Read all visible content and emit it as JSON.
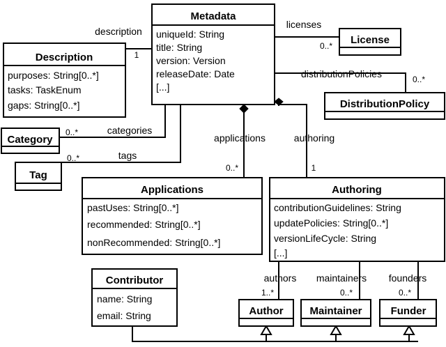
{
  "diagram": {
    "kind": "uml-class-diagram",
    "colors": {
      "stroke": "#000000",
      "fill": "#ffffff",
      "background": "#ffffff"
    }
  },
  "classes": [
    {
      "id": "metadata",
      "name": "Metadata",
      "attributes": [
        "uniqueId: String",
        "title: String",
        "version: Version",
        "releaseDate: Date",
        "[...]"
      ]
    },
    {
      "id": "description",
      "name": "Description",
      "attributes": [
        "purposes: String[0..*]",
        "tasks: TaskEnum",
        "gaps: String[0..*]"
      ]
    },
    {
      "id": "license",
      "name": "License",
      "attributes": []
    },
    {
      "id": "distributionpolicy",
      "name": "DistributionPolicy",
      "attributes": []
    },
    {
      "id": "category",
      "name": "Category",
      "attributes": []
    },
    {
      "id": "tag",
      "name": "Tag",
      "attributes": []
    },
    {
      "id": "applications",
      "name": "Applications",
      "attributes": [
        "pastUses: String[0..*]",
        "recommended: String[0..*]",
        "nonRecommended: String[0..*]"
      ]
    },
    {
      "id": "authoring",
      "name": "Authoring",
      "attributes": [
        "contributionGuidelines: String",
        "updatePolicies: String[0..*]",
        "versionLifeCycle: String",
        "[...]"
      ]
    },
    {
      "id": "contributor",
      "name": "Contributor",
      "attributes": [
        "name: String",
        "email: String"
      ]
    },
    {
      "id": "author",
      "name": "Author",
      "attributes": []
    },
    {
      "id": "maintainer",
      "name": "Maintainer",
      "attributes": []
    },
    {
      "id": "funder",
      "name": "Funder",
      "attributes": []
    }
  ],
  "associations": [
    {
      "id": "a-description",
      "from": "metadata",
      "to": "description",
      "role": "description",
      "multiplicity": "1",
      "aggregation": "composite"
    },
    {
      "id": "a-licenses",
      "from": "metadata",
      "to": "license",
      "role": "licenses",
      "multiplicity": "0..*",
      "aggregation": "none"
    },
    {
      "id": "a-distributionpolicies",
      "from": "metadata",
      "to": "distributionpolicy",
      "role": "distributionPolicies",
      "multiplicity": "0..*",
      "aggregation": "none"
    },
    {
      "id": "a-categories",
      "from": "metadata",
      "to": "category",
      "role": "categories",
      "multiplicity": "0..*",
      "aggregation": "none"
    },
    {
      "id": "a-tags",
      "from": "metadata",
      "to": "tag",
      "role": "tags",
      "multiplicity": "0..*",
      "aggregation": "none"
    },
    {
      "id": "a-applications",
      "from": "metadata",
      "to": "applications",
      "role": "applications",
      "multiplicity": "0..*",
      "aggregation": "composite"
    },
    {
      "id": "a-authoring",
      "from": "metadata",
      "to": "authoring",
      "role": "authoring",
      "multiplicity": "1",
      "aggregation": "composite"
    },
    {
      "id": "a-authors",
      "from": "authoring",
      "to": "author",
      "role": "authors",
      "multiplicity": "1..*",
      "aggregation": "none"
    },
    {
      "id": "a-maintainers",
      "from": "authoring",
      "to": "maintainer",
      "role": "maintainers",
      "multiplicity": "0..*",
      "aggregation": "none"
    },
    {
      "id": "a-founders",
      "from": "authoring",
      "to": "funder",
      "role": "founders",
      "multiplicity": "0..*",
      "aggregation": "none"
    }
  ],
  "generalizations": [
    {
      "id": "g-author",
      "child": "author",
      "parent": "contributor"
    },
    {
      "id": "g-maintainer",
      "child": "maintainer",
      "parent": "contributor"
    },
    {
      "id": "g-funder",
      "child": "funder",
      "parent": "contributor"
    }
  ],
  "labels": {
    "metadata_name": "Metadata",
    "metadata_attr_0": "uniqueId: String",
    "metadata_attr_1": "title: String",
    "metadata_attr_2": "version: Version",
    "metadata_attr_3": "releaseDate: Date",
    "metadata_attr_4": "[...]",
    "description_name": "Description",
    "description_attr_0": "purposes: String[0..*]",
    "description_attr_1": "tasks: TaskEnum",
    "description_attr_2": "gaps: String[0..*]",
    "license_name": "License",
    "distributionpolicy_name": "DistributionPolicy",
    "category_name": "Category",
    "tag_name": "Tag",
    "applications_name": "Applications",
    "applications_attr_0": "pastUses: String[0..*]",
    "applications_attr_1": "recommended: String[0..*]",
    "applications_attr_2": "nonRecommended: String[0..*]",
    "authoring_name": "Authoring",
    "authoring_attr_0": "contributionGuidelines: String",
    "authoring_attr_1": "updatePolicies: String[0..*]",
    "authoring_attr_2": "versionLifeCycle: String",
    "authoring_attr_3": "[...]",
    "contributor_name": "Contributor",
    "contributor_attr_0": "name: String",
    "contributor_attr_1": "email: String",
    "author_name": "Author",
    "maintainer_name": "Maintainer",
    "funder_name": "Funder",
    "role_description": "description",
    "role_licenses": "licenses",
    "role_distributionPolicies": "distributionPolicies",
    "role_categories": "categories",
    "role_tags": "tags",
    "role_applications": "applications",
    "role_authoring": "authoring",
    "role_authors": "authors",
    "role_maintainers": "maintainers",
    "role_founders": "founders",
    "mult_description": "1",
    "mult_licenses": "0..*",
    "mult_distributionPolicies": "0..*",
    "mult_categories": "0..*",
    "mult_tags": "0..*",
    "mult_applications": "0..*",
    "mult_authoring": "1",
    "mult_authors": "1..*",
    "mult_maintainers": "0..*",
    "mult_founders": "0..*"
  }
}
